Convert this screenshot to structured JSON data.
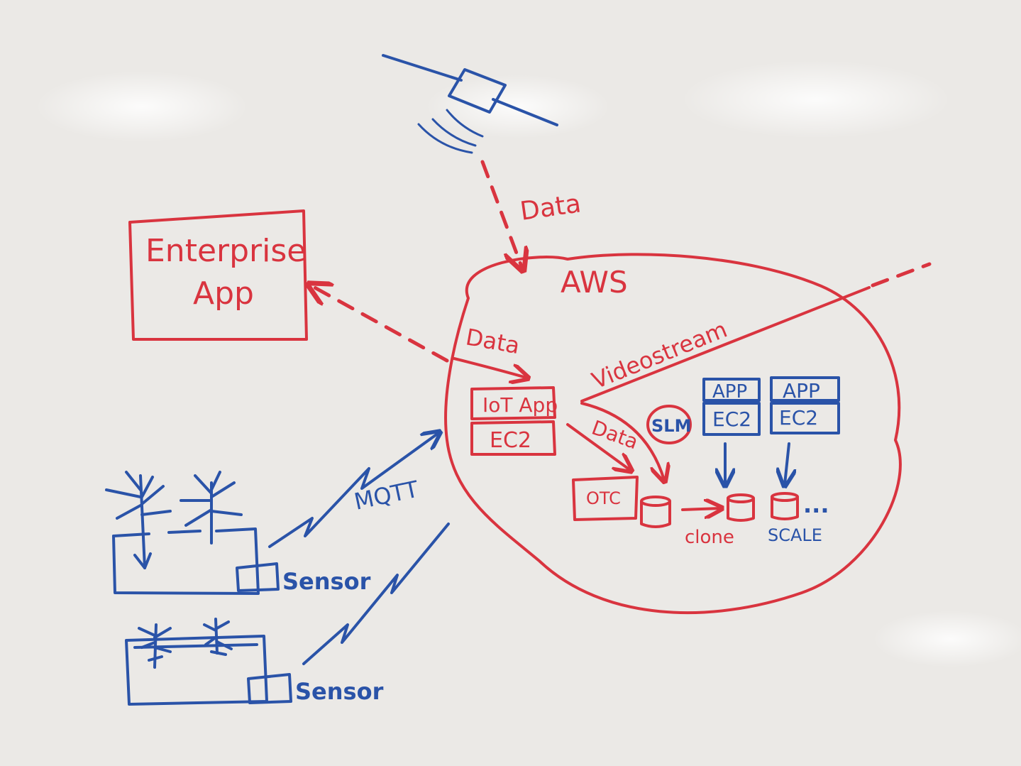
{
  "labels": {
    "enterprise_line1": "Enterprise",
    "enterprise_line2": "App",
    "data_top": "Data",
    "aws": "AWS",
    "data_left": "Data",
    "videostream": "Videostream",
    "iot_app": "IoT App",
    "ec2_main": "EC2",
    "data_inner": "Data",
    "slm": "SLM",
    "app1": "APP",
    "ec2_1": "EC2",
    "app2": "APP",
    "ec2_2": "EC2",
    "otc": "OTC",
    "clone": "clone",
    "scale": "SCALE",
    "ellipsis": "...",
    "mqtt": "MQTT",
    "sensor1": "Sensor",
    "sensor2": "Sensor"
  },
  "colors": {
    "red_marker": "#d9343f",
    "blue_marker": "#2a53a8",
    "board": "#ebe9e6"
  },
  "icons": {
    "satellite": "satellite-icon",
    "plant": "plant-icon",
    "database": "database-cylinder-icon"
  }
}
